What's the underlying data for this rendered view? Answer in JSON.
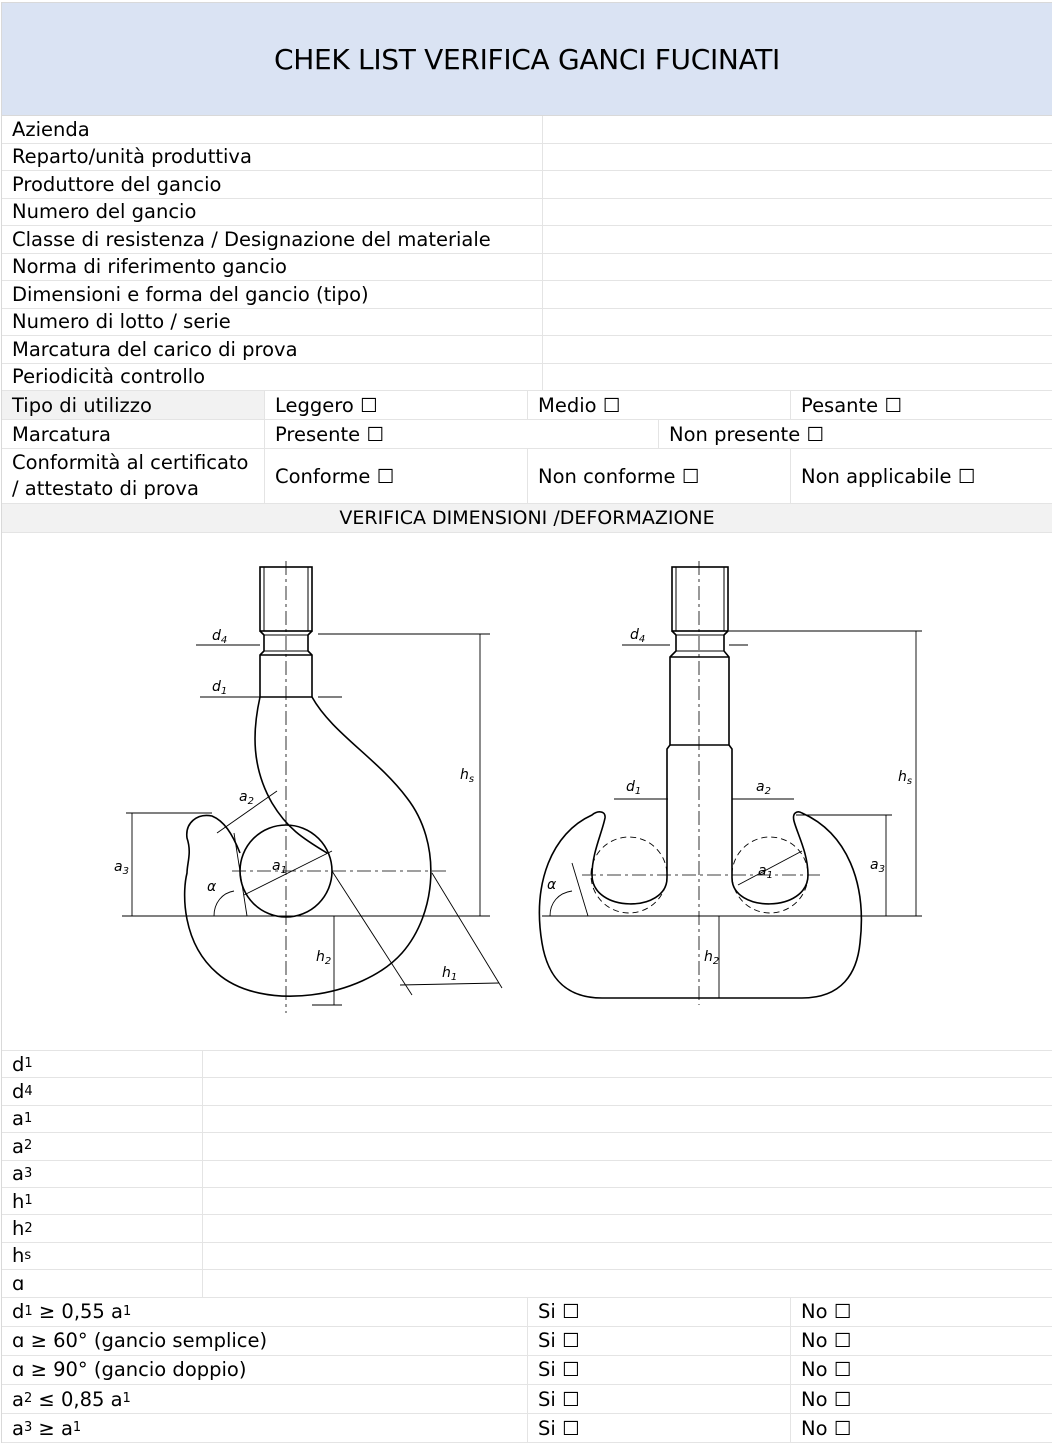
{
  "title": "CHEK LIST VERIFICA GANCI FUCINATI",
  "info_rows": [
    "Azienda",
    "Reparto/unità produttiva",
    "Produttore del gancio",
    "Numero del gancio",
    "Classe di resistenza / Designazione del materiale",
    "Norma di riferimento gancio",
    "Dimensioni e forma del gancio (tipo)",
    "Numero di lotto / serie",
    "Marcatura del carico di prova",
    "Periodicità controllo"
  ],
  "tipo_utilizzo": {
    "label": "Tipo di utilizzo",
    "options": [
      "Leggero ☐",
      "Medio ☐",
      "Pesante ☐"
    ]
  },
  "marcatura": {
    "label": "Marcatura",
    "options": [
      "Presente ☐",
      "Non presente ☐"
    ]
  },
  "conformita": {
    "label_line1": "Conformità al certificato",
    "label_line2": "/ attestato di prova",
    "options": [
      "Conforme ☐",
      "Non conforme ☐",
      "Non applicabile ☐"
    ]
  },
  "section_title": "VERIFICA DIMENSIONI /DEFORMAZIONE",
  "figure_labels": {
    "d4": "d",
    "d4_sub": "4",
    "d1": "d",
    "d1_sub": "1",
    "a1": "a",
    "a1_sub": "1",
    "a2": "a",
    "a2_sub": "2",
    "a3": "a",
    "a3_sub": "3",
    "h1": "h",
    "h1_sub": "1",
    "h2": "h",
    "h2_sub": "2",
    "hs": "h",
    "hs_sub": "s",
    "alpha": "α"
  },
  "dimensions": [
    {
      "base": "d",
      "sub": "1"
    },
    {
      "base": "d",
      "sub": "4"
    },
    {
      "base": "a",
      "sub": "1"
    },
    {
      "base": "a",
      "sub": "2"
    },
    {
      "base": "a",
      "sub": "3"
    },
    {
      "base": "h",
      "sub": "1"
    },
    {
      "base": "h",
      "sub": "2"
    },
    {
      "base": "h",
      "sub": "s"
    },
    {
      "base": "ɑ",
      "sub": ""
    }
  ],
  "checks": [
    {
      "c_base": "d",
      "c_sub": "1",
      "c_rel": " ≥ 0,55 a",
      "c_sub2": "1",
      "c_tail": "",
      "yes": "Si ☐",
      "no": "No ☐"
    },
    {
      "c_base": "ɑ ≥ 60° (gancio semplice)",
      "c_sub": "",
      "c_rel": "",
      "c_sub2": "",
      "c_tail": "",
      "yes": "Si ☐",
      "no": "No ☐"
    },
    {
      "c_base": "ɑ ≥ 90° (gancio doppio)",
      "c_sub": "",
      "c_rel": "",
      "c_sub2": "",
      "c_tail": "",
      "yes": "Si ☐",
      "no": "No ☐"
    },
    {
      "c_base": "a",
      "c_sub": "2",
      "c_rel": " ≤ 0,85 a",
      "c_sub2": "1",
      "c_tail": "",
      "yes": "Si ☐",
      "no": "No ☐"
    },
    {
      "c_base": "a",
      "c_sub": "3",
      "c_rel": " ≥ a",
      "c_sub2": "1",
      "c_tail": "",
      "yes": "Si ☐",
      "no": "No ☐"
    }
  ]
}
